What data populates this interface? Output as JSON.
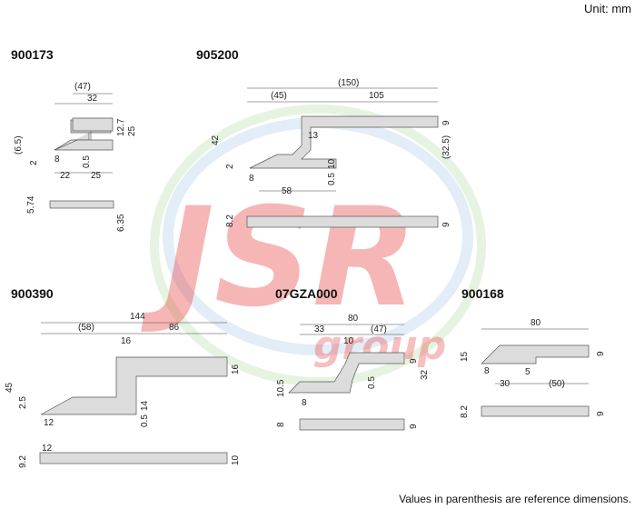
{
  "unit_label": "Unit: mm",
  "footnote": "Values in parenthesis are reference dimensions.",
  "watermark": {
    "text": "JSR",
    "subtext": "group",
    "color": "#e83030"
  },
  "parts": [
    {
      "code": "900173",
      "dims": [
        "(47)",
        "32",
        "12.7",
        "25",
        "(6.5)",
        "2",
        "8",
        "0.5",
        "22",
        "25",
        "5.74",
        "6.35"
      ]
    },
    {
      "code": "905200",
      "dims": [
        "(150)",
        "(45)",
        "105",
        "9",
        "42",
        "13",
        "(32.5)",
        "2",
        "8",
        "0.5",
        "10",
        "58",
        "8.2",
        "9"
      ]
    },
    {
      "code": "900390",
      "dims": [
        "144",
        "(58)",
        "86",
        "16",
        "16",
        "45",
        "2.5",
        "12",
        "0.5",
        "14",
        "9.2",
        "12",
        "10"
      ]
    },
    {
      "code": "07GZA000",
      "dims": [
        "80",
        "33",
        "(47)",
        "10",
        "9",
        "32",
        "10.5",
        "8",
        "0.5",
        "8",
        "9"
      ]
    },
    {
      "code": "900168",
      "dims": [
        "80",
        "15",
        "9",
        "8",
        "30",
        "5",
        "(50)",
        "8.2",
        "9"
      ]
    }
  ]
}
